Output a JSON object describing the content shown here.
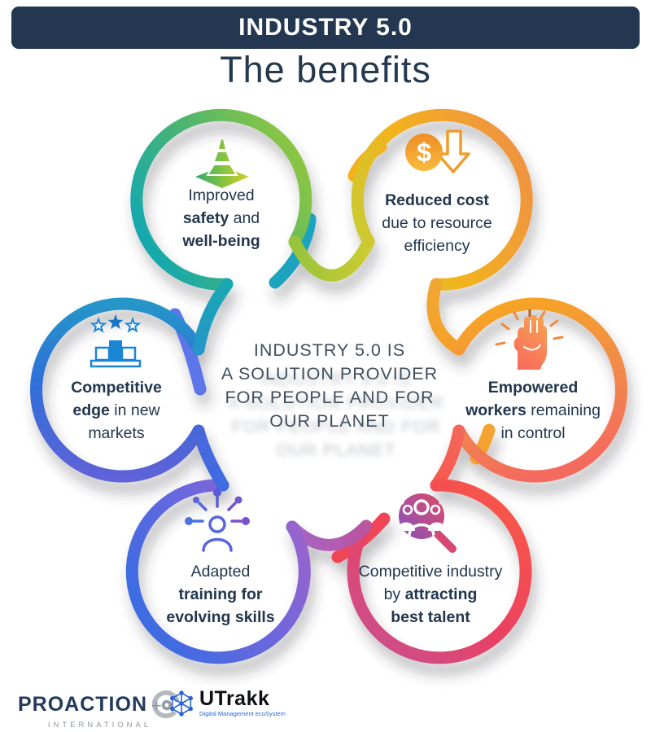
{
  "banner": {
    "title": "INDUSTRY 5.0"
  },
  "subtitle": "The benefits",
  "center_statement": {
    "lines": [
      "INDUSTRY 5.0 IS",
      "A SOLUTION PROVIDER",
      "FOR PEOPLE AND FOR",
      "OUR PLANET"
    ]
  },
  "benefits": [
    {
      "id": "improved-safety",
      "icon": "traffic-cone-icon",
      "accent": "#2fae7a",
      "lines": [
        [
          {
            "t": "Improved",
            "b": false
          }
        ],
        [
          {
            "t": "safety",
            "b": true
          },
          {
            "t": " and",
            "b": false
          }
        ],
        [
          {
            "t": "well-being",
            "b": true
          }
        ]
      ]
    },
    {
      "id": "reduced-cost",
      "icon": "dollar-coin-down-arrow-icon",
      "accent": "#f5a623",
      "lines": [
        [
          {
            "t": "Reduced cost",
            "b": true
          }
        ],
        [
          {
            "t": "due to resource",
            "b": false
          }
        ],
        [
          {
            "t": "efficiency",
            "b": false
          }
        ]
      ]
    },
    {
      "id": "empowered-workers",
      "icon": "raised-fist-icon",
      "accent": "#f4795b",
      "lines": [
        [
          {
            "t": "Empowered",
            "b": true
          }
        ],
        [
          {
            "t": "workers",
            "b": true
          },
          {
            "t": " remaining",
            "b": false
          }
        ],
        [
          {
            "t": "in control",
            "b": false
          }
        ]
      ]
    },
    {
      "id": "attracting-talent",
      "icon": "people-magnifier-icon",
      "accent": "#e8436b",
      "lines": [
        [
          {
            "t": "Competitive industry",
            "b": false
          }
        ],
        [
          {
            "t": "by ",
            "b": false
          },
          {
            "t": "attracting",
            "b": true
          }
        ],
        [
          {
            "t": "best talent",
            "b": true
          }
        ]
      ]
    },
    {
      "id": "adapted-training",
      "icon": "person-network-icon",
      "accent": "#5b66dd",
      "lines": [
        [
          {
            "t": "Adapted",
            "b": false
          }
        ],
        [
          {
            "t": "training for",
            "b": true
          }
        ],
        [
          {
            "t": "evolving skills",
            "b": true
          }
        ]
      ]
    },
    {
      "id": "competitive-edge",
      "icon": "podium-stars-icon",
      "accent": "#2e6fd9",
      "lines": [
        [
          {
            "t": "Competitive",
            "b": true
          }
        ],
        [
          {
            "t": "edge",
            "b": true
          },
          {
            "t": " in new",
            "b": false
          }
        ],
        [
          {
            "t": "markets",
            "b": false
          }
        ]
      ]
    }
  ],
  "footer": {
    "brand_primary": "PROACTION",
    "brand_primary_sub": "INTERNATIONAL",
    "separator": "+",
    "brand_secondary": "UTrakk",
    "brand_secondary_tagline": "Digital Management ecoSystem"
  },
  "colors": {
    "banner_bg": "#233850",
    "text_dark": "#22364e",
    "center_text": "#414e5d",
    "loop_teal": "#14a8b0",
    "loop_green": "#8ec63f",
    "loop_gold": "#f6b01f",
    "loop_orange": "#f18a4b",
    "loop_red": "#f7544b",
    "loop_pink": "#c9518f",
    "loop_purple": "#a464c8",
    "loop_blue": "#2f6fd9",
    "brand_navy": "#23395c",
    "brand_gray": "#8d959d",
    "brand_blue": "#2a63d6"
  }
}
